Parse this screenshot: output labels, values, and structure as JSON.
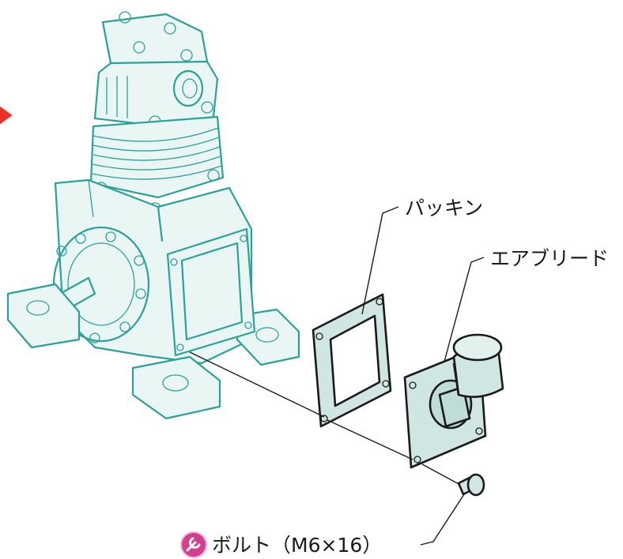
{
  "labels": {
    "gasket": "パッキン",
    "air_bleed": "エアブリード",
    "bolt": "ボルト（M6×16）"
  },
  "colors": {
    "outline_primary": "#2aa199",
    "part_fill": "#cfe6e2",
    "pointer_arrow": "#e8302a",
    "tool_badge": "#d13f8e"
  },
  "icons": {
    "pointer": "red-arrow-icon",
    "tool": "wrench-icon"
  }
}
